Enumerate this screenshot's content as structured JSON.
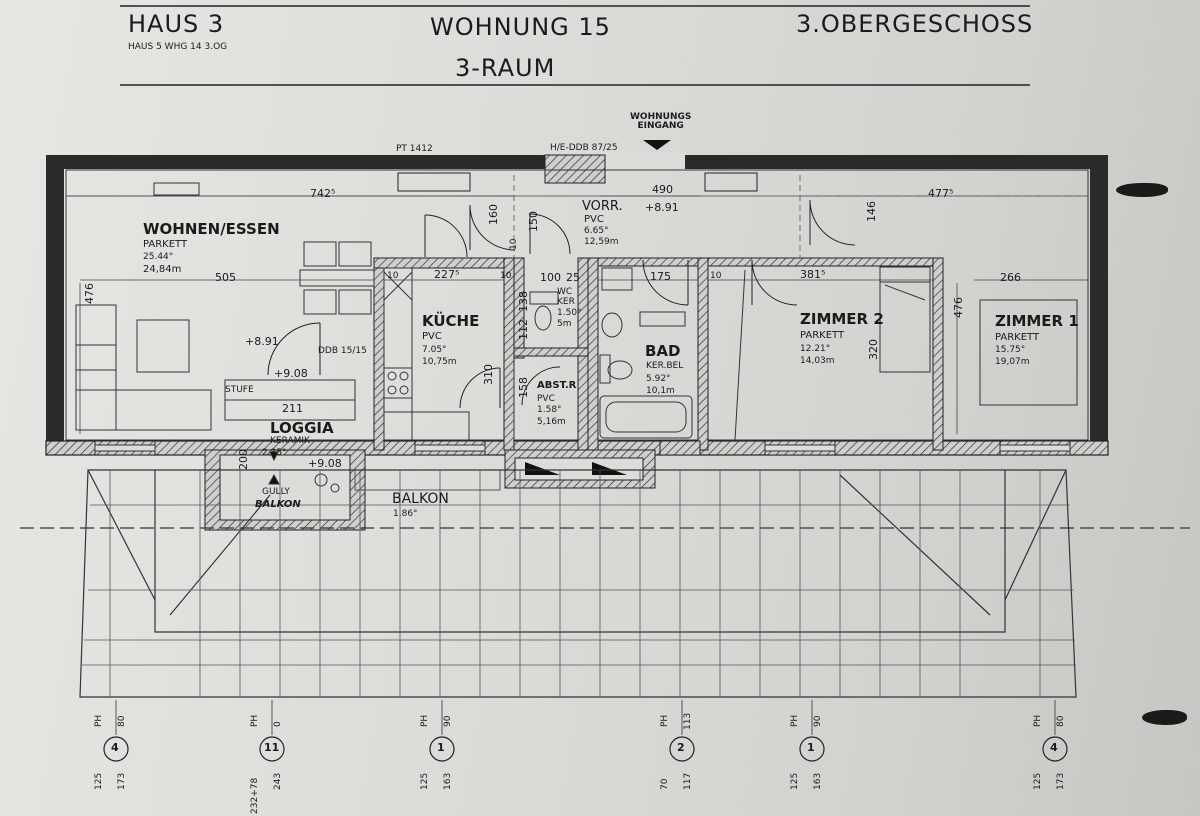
{
  "header": {
    "building": "HAUS 3",
    "building_sub": "HAUS 5  WHG 14  3.OG",
    "apartment": "WOHNUNG 15",
    "rooms_type": "3-RAUM",
    "floor": "3.OBERGESCHOSS"
  },
  "plan": {
    "entrance": "WOHNUNGS\nEINGANG",
    "pt_note": "PT 1412",
    "hedb_note": "H/E-DDB 87/25",
    "ddb_note": "DDB 15/15",
    "stufe": "STUFE",
    "gully": "GULLY",
    "balkon_handwritten": "BALKON"
  },
  "rooms": {
    "wohnen": {
      "name": "WOHNEN/ESSEN",
      "floor": "PARKETT",
      "area": "25.44°",
      "perimeter": "24,84m"
    },
    "vorr": {
      "name": "VORR.",
      "floor": "PVC",
      "area": "6.65°",
      "perimeter": "12,59m"
    },
    "kueche": {
      "name": "KÜCHE",
      "floor": "PVC",
      "area": "7.05°",
      "perimeter": "10,75m"
    },
    "wc": {
      "name": "WC",
      "floor": "KER",
      "area": "1.50°",
      "perimeter": "5m"
    },
    "abstr": {
      "name": "ABST.R",
      "floor": "PVC",
      "area": "1.58°",
      "perimeter": "5,16m"
    },
    "bad": {
      "name": "BAD",
      "floor": "KER.BEL",
      "area": "5.92°",
      "perimeter": "10,1m"
    },
    "zimmer2": {
      "name": "ZIMMER 2",
      "floor": "PARKETT",
      "area": "12.21°",
      "perimeter": "14,03m"
    },
    "zimmer1": {
      "name": "ZIMMER 1",
      "floor": "PARKETT",
      "area": "15.75°",
      "perimeter": "19,07m"
    },
    "loggia": {
      "name": "LOGGIA",
      "floor": "KERAMIK",
      "area": "2.35°"
    },
    "balkon": {
      "name": "BALKON",
      "area": "1.86°"
    }
  },
  "dimensions": {
    "d742": "742⁵",
    "d505": "505",
    "d476a": "476",
    "d2275": "227⁵",
    "d160": "160",
    "d150": "150",
    "d10a": "10",
    "d10b": "10",
    "d10c": "10",
    "d10d": "10",
    "d100": "100",
    "d25": "25",
    "d175": "175",
    "d3815": "381⁵",
    "d4775": "477⁵",
    "d490": "490",
    "d146": "146",
    "d266": "266",
    "d476b": "476",
    "d320": "320",
    "d310": "310",
    "d138": "138",
    "d112": "112",
    "d158": "158",
    "d211": "211",
    "d200": "200"
  },
  "levels": {
    "l891_entry": "+8.91",
    "l891_living": "+8.91",
    "l908_a": "+9.08",
    "l908_b": "+9.08"
  },
  "window_markers": [
    {
      "number": "4",
      "ph": "PH",
      "ph_val": "80",
      "bottom": "125",
      "bottom2": "173"
    },
    {
      "number": "11",
      "ph": "PH",
      "ph_val": "0",
      "bottom": "232+78",
      "bottom2": "243"
    },
    {
      "number": "1",
      "ph": "PH",
      "ph_val": "90",
      "bottom": "125",
      "bottom2": "163"
    },
    {
      "number": "2",
      "ph": "PH",
      "ph_val": "113",
      "bottom": "70",
      "bottom2": "117"
    },
    {
      "number": "1",
      "ph": "PH",
      "ph_val": "90",
      "bottom": "125",
      "bottom2": "163"
    },
    {
      "number": "4",
      "ph": "PH",
      "ph_val": "80",
      "bottom": "125",
      "bottom2": "173"
    }
  ],
  "colors": {
    "paper": "#dcdcd8",
    "ink": "#1b1b1b",
    "hatch": "#444444"
  }
}
